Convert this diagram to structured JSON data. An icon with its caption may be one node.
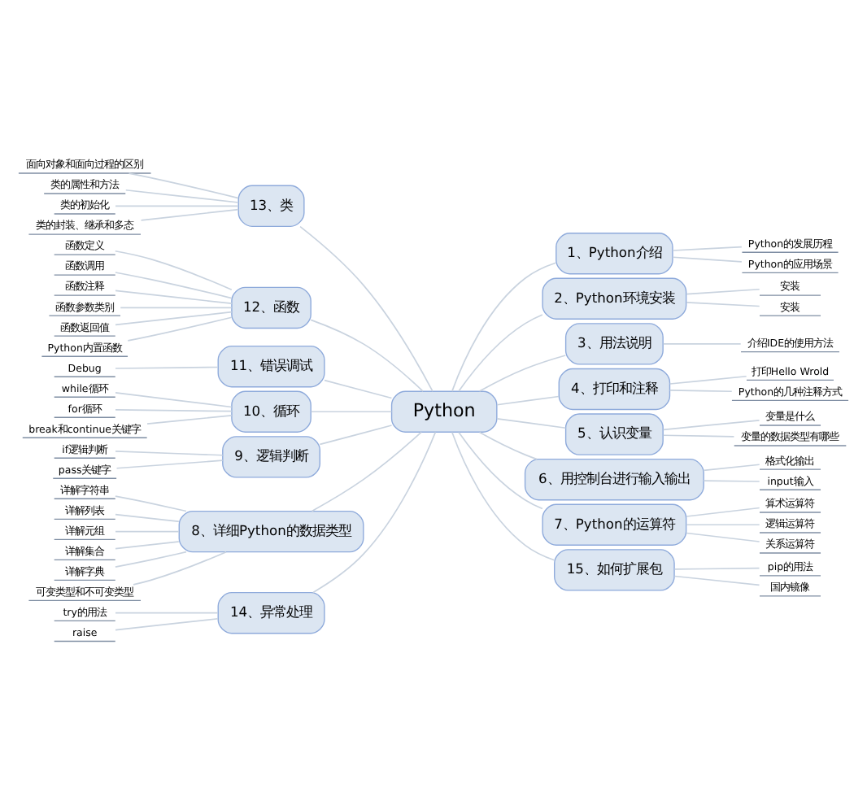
{
  "diagram": {
    "nodes": [
      {
        "text": [
          "Python"
        ]
      },
      {
        "text": [
          "1、Python介绍"
        ]
      },
      {
        "text": [
          "Python的发展历程"
        ]
      },
      {
        "text": [
          "Python的应用场景"
        ]
      },
      {
        "text": [
          "2、Python环境安装"
        ]
      },
      {
        "text": [
          "安装"
        ]
      },
      {
        "text": [
          "安装"
        ]
      },
      {
        "text": [
          "3、用法说明"
        ]
      },
      {
        "text": [
          "介绍IDE的使用方法"
        ]
      },
      {
        "text": [
          "4、打印和注释"
        ]
      },
      {
        "text": [
          "打印Hello Wrold"
        ]
      },
      {
        "text": [
          "Python的几种注释方式"
        ]
      },
      {
        "text": [
          "5、认识变量"
        ]
      },
      {
        "text": [
          "变量是什么"
        ]
      },
      {
        "text": [
          "变量的数据类型有哪些"
        ]
      },
      {
        "text": [
          "6、用控制台进行输入输出"
        ]
      },
      {
        "text": [
          "格式化输出"
        ]
      },
      {
        "text": [
          "input输入"
        ]
      },
      {
        "text": [
          "7、Python的运算符"
        ]
      },
      {
        "text": [
          "算术运算符"
        ]
      },
      {
        "text": [
          "逻辑运算符"
        ]
      },
      {
        "text": [
          "关系运算符"
        ]
      },
      {
        "text": [
          "15、如何扩展包"
        ]
      },
      {
        "text": [
          "pip的用法"
        ]
      },
      {
        "text": [
          "国内镜像"
        ]
      },
      {
        "text": [
          "14、异常处理"
        ]
      },
      {
        "text": [
          "try的用法"
        ]
      },
      {
        "text": [
          "raise"
        ]
      },
      {
        "text": [
          "13、类"
        ]
      },
      {
        "text": [
          "面向对象和面向过程的区别"
        ]
      },
      {
        "text": [
          "类的属性和方法"
        ]
      },
      {
        "text": [
          "类的初始化"
        ]
      },
      {
        "text": [
          "类的封装、继承和多态"
        ]
      },
      {
        "text": [
          "12、函数"
        ]
      },
      {
        "text": [
          "函数定义"
        ]
      },
      {
        "text": [
          "函数调用"
        ]
      },
      {
        "text": [
          "函数注释"
        ]
      },
      {
        "text": [
          "函数参数类别"
        ]
      },
      {
        "text": [
          "函数返回值"
        ]
      },
      {
        "text": [
          "Python内置函数"
        ]
      },
      {
        "text": [
          "11、错误调试"
        ]
      },
      {
        "text": [
          "Debug"
        ]
      },
      {
        "text": [
          "10、循环"
        ]
      },
      {
        "text": [
          "while循环"
        ]
      },
      {
        "text": [
          "for循环"
        ]
      },
      {
        "text": [
          "break和continue关键字"
        ]
      },
      {
        "text": [
          "9、逻辑判断"
        ]
      },
      {
        "text": [
          "if逻辑判断"
        ]
      },
      {
        "text": [
          "pass关键字"
        ]
      },
      {
        "text": [
          "8、详细Python的数据类型"
        ]
      },
      {
        "text": [
          "详解字符串"
        ]
      },
      {
        "text": [
          "详解列表"
        ]
      },
      {
        "text": [
          "详解元组"
        ]
      },
      {
        "text": [
          "详解集合"
        ]
      },
      {
        "text": [
          "详解字典"
        ]
      },
      {
        "text": [
          "可变类型和不可变类型"
        ]
      }
    ],
    "edges": [
      {
        "from": 0,
        "to": 1,
        "arrow": "none"
      },
      {
        "from": 1,
        "to": 2,
        "arrow": "none"
      },
      {
        "from": 1,
        "to": 3,
        "arrow": "none"
      },
      {
        "from": 0,
        "to": 4,
        "arrow": "none"
      },
      {
        "from": 4,
        "to": 5,
        "arrow": "none"
      },
      {
        "from": 4,
        "to": 6,
        "arrow": "none"
      },
      {
        "from": 0,
        "to": 7,
        "arrow": "none"
      },
      {
        "from": 7,
        "to": 8,
        "arrow": "none"
      },
      {
        "from": 0,
        "to": 9,
        "arrow": "none"
      },
      {
        "from": 9,
        "to": 10,
        "arrow": "none"
      },
      {
        "from": 9,
        "to": 11,
        "arrow": "none"
      },
      {
        "from": 0,
        "to": 12,
        "arrow": "none"
      },
      {
        "from": 12,
        "to": 13,
        "arrow": "none"
      },
      {
        "from": 12,
        "to": 14,
        "arrow": "none"
      },
      {
        "from": 0,
        "to": 15,
        "arrow": "none"
      },
      {
        "from": 15,
        "to": 16,
        "arrow": "none"
      },
      {
        "from": 15,
        "to": 17,
        "arrow": "none"
      },
      {
        "from": 0,
        "to": 18,
        "arrow": "none"
      },
      {
        "from": 18,
        "to": 19,
        "arrow": "none"
      },
      {
        "from": 18,
        "to": 20,
        "arrow": "none"
      },
      {
        "from": 18,
        "to": 21,
        "arrow": "none"
      },
      {
        "from": 0,
        "to": 22,
        "arrow": "none"
      },
      {
        "from": 22,
        "to": 23,
        "arrow": "none"
      },
      {
        "from": 22,
        "to": 24,
        "arrow": "none"
      },
      {
        "from": 0,
        "to": 25,
        "arrow": "none"
      },
      {
        "from": 25,
        "to": 26,
        "arrow": "none"
      },
      {
        "from": 25,
        "to": 27,
        "arrow": "none"
      },
      {
        "from": 0,
        "to": 28,
        "arrow": "none"
      },
      {
        "from": 28,
        "to": 29,
        "arrow": "none"
      },
      {
        "from": 28,
        "to": 30,
        "arrow": "none"
      },
      {
        "from": 28,
        "to": 31,
        "arrow": "none"
      },
      {
        "from": 28,
        "to": 32,
        "arrow": "none"
      },
      {
        "from": 0,
        "to": 33,
        "arrow": "none"
      },
      {
        "from": 33,
        "to": 34,
        "arrow": "none"
      },
      {
        "from": 33,
        "to": 35,
        "arrow": "none"
      },
      {
        "from": 33,
        "to": 36,
        "arrow": "none"
      },
      {
        "from": 33,
        "to": 37,
        "arrow": "none"
      },
      {
        "from": 33,
        "to": 38,
        "arrow": "none"
      },
      {
        "from": 33,
        "to": 39,
        "arrow": "none"
      },
      {
        "from": 0,
        "to": 40,
        "arrow": "none"
      },
      {
        "from": 40,
        "to": 41,
        "arrow": "none"
      },
      {
        "from": 0,
        "to": 42,
        "arrow": "none"
      },
      {
        "from": 42,
        "to": 43,
        "arrow": "none"
      },
      {
        "from": 42,
        "to": 44,
        "arrow": "none"
      },
      {
        "from": 42,
        "to": 45,
        "arrow": "none"
      },
      {
        "from": 0,
        "to": 46,
        "arrow": "none"
      },
      {
        "from": 46,
        "to": 47,
        "arrow": "none"
      },
      {
        "from": 46,
        "to": 48,
        "arrow": "none"
      },
      {
        "from": 0,
        "to": 49,
        "arrow": "none"
      },
      {
        "from": 49,
        "to": 50,
        "arrow": "none"
      },
      {
        "from": 49,
        "to": 51,
        "arrow": "none"
      },
      {
        "from": 49,
        "to": 52,
        "arrow": "none"
      },
      {
        "from": 49,
        "to": 53,
        "arrow": "none"
      },
      {
        "from": 49,
        "to": 54,
        "arrow": "none"
      },
      {
        "from": 49,
        "to": 55,
        "arrow": "none"
      }
    ]
  }
}
